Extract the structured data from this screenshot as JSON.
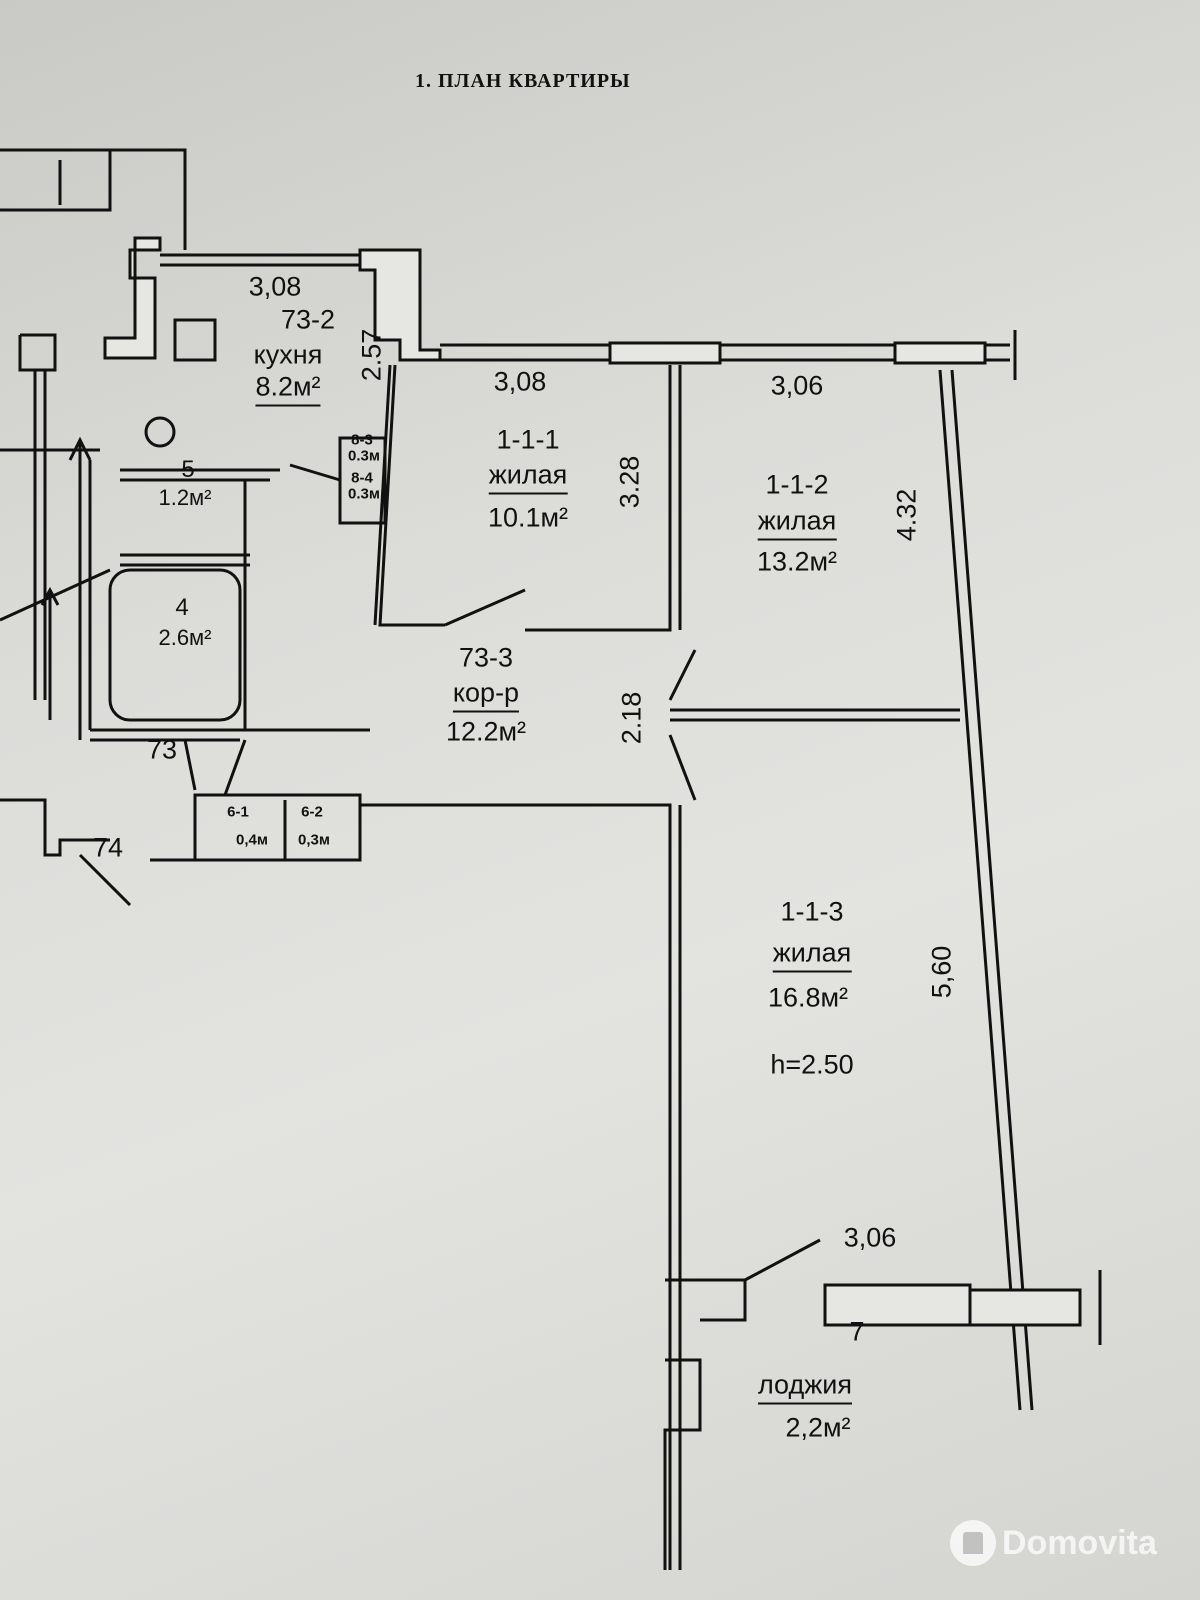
{
  "title": "1.   ПЛАН КВАРТИРЫ",
  "kitchen": {
    "width": "3,08",
    "id": "73-2",
    "name": "кухня",
    "area": "8.2м²",
    "depth": "2.57"
  },
  "room1": {
    "width": "3,08",
    "id": "1-1-1",
    "name": "жилая",
    "area": "10.1м²",
    "depth": "3.28"
  },
  "room2": {
    "width": "3,06",
    "id": "1-1-2",
    "name": "жилая",
    "area": "13.2м²",
    "depth": "4.32"
  },
  "closet8_3": {
    "id": "8-3",
    "area": "0.3м"
  },
  "closet8_4": {
    "id": "8-4",
    "area": "0.3м"
  },
  "wc": {
    "id": "5",
    "area": "1.2м²"
  },
  "bath": {
    "id": "4",
    "area": "2.6м²"
  },
  "corridor": {
    "id": "73-3",
    "name": "кор-р",
    "area": "12.2м²",
    "width": "2.18"
  },
  "neighbors": {
    "a": "73",
    "b": "74"
  },
  "closet6_1": {
    "id": "6-1",
    "area": "0,4м"
  },
  "closet6_2": {
    "id": "6-2",
    "area": "0,3м"
  },
  "room3": {
    "id": "1-1-3",
    "name": "жилая",
    "area": "16.8м²",
    "height": "h=2.50",
    "depth": "5,60"
  },
  "loggia": {
    "width": "3,06",
    "id": "7",
    "name": "лоджия",
    "area": "2,2м²"
  },
  "watermark": "Domovita"
}
